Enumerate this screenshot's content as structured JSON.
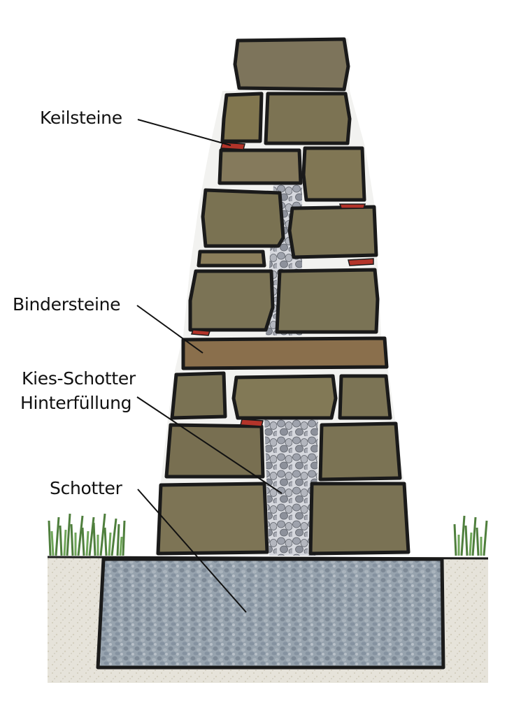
{
  "labels": {
    "keilsteine": "Keilsteine",
    "bindersteine": "Bindersteine",
    "kies_line1": "Kies-Schotter",
    "kies_line2": "Hinterfüllung",
    "schotter": "Schotter"
  },
  "colors": {
    "stone": "#7b725a",
    "stone_light": "#948a6c",
    "binder": "#8a6f4c",
    "wedge": "#b3342a",
    "gravel": "#b9bcc4",
    "foundation": "#8e9aa6",
    "soil": "#e4e1d8",
    "grass": "#5e8f4a",
    "outline": "#1a1a1a"
  }
}
